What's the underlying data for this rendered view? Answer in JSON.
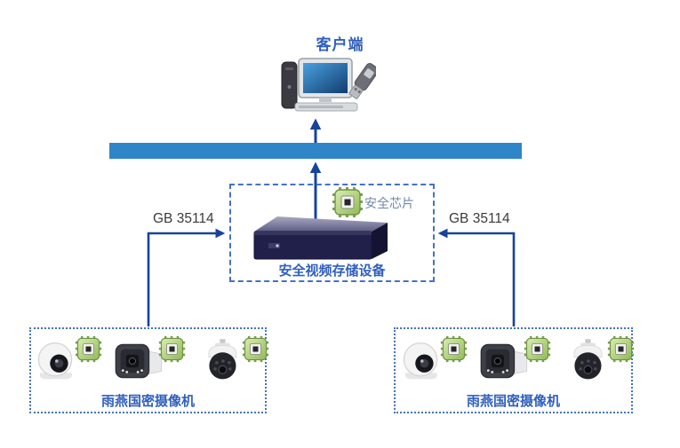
{
  "client": {
    "label": "客户端"
  },
  "bus": {
    "color": "#2E86C8"
  },
  "storage": {
    "label": "安全视频存储设备",
    "chip_label": "安全芯片"
  },
  "connections": {
    "left_protocol": "GB 35114",
    "right_protocol": "GB 35114"
  },
  "camera_groups": [
    {
      "label": "雨燕国密摄像机",
      "cameras": [
        "turret-dome-camera",
        "bullet-camera",
        "ptz-speed-dome-camera"
      ]
    },
    {
      "label": "雨燕国密摄像机",
      "cameras": [
        "turret-dome-camera",
        "bullet-camera",
        "ptz-speed-dome-camera"
      ]
    }
  ],
  "icons": [
    "desktop-computer-icon",
    "usb-drive-icon",
    "nvr-storage-device-icon",
    "security-chip-icon"
  ],
  "colors": {
    "label_blue": "#3060BE",
    "bus_blue": "#2E86C8",
    "connector_navy": "#17449B",
    "box_border_blue": "#4472C4",
    "chip_green": "#9CC45E",
    "chip_label_slate": "#7289A8",
    "gb_text": "#3A3A3A"
  }
}
